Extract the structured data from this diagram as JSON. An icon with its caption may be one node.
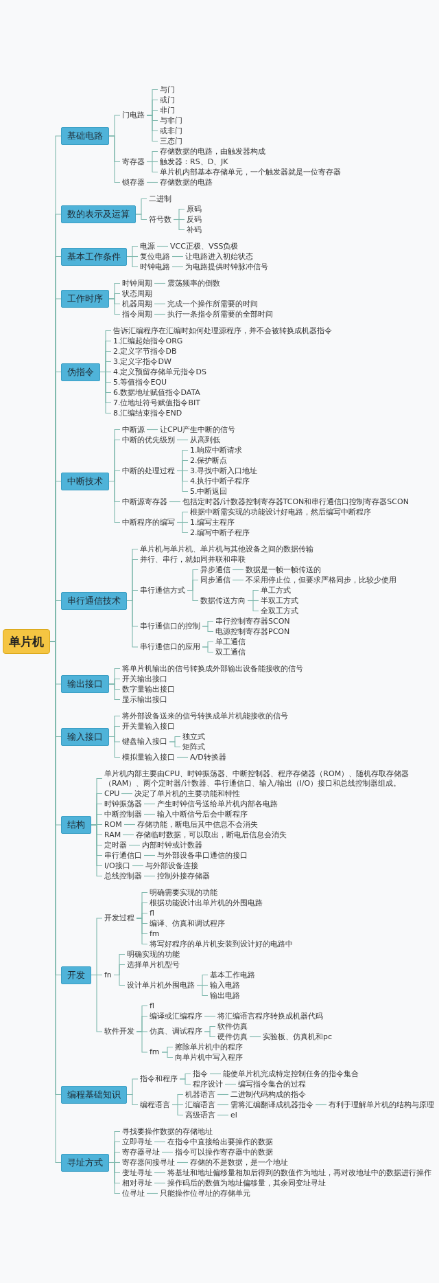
{
  "diagram": {
    "nodes": [
      {
        "text": [
          "单片机"
        ]
      },
      {
        "text": [
          "基础电路"
        ]
      },
      {
        "text": [
          "门电路"
        ]
      },
      {
        "text": [
          "与门"
        ]
      },
      {
        "text": [
          "或门"
        ]
      },
      {
        "text": [
          "非门"
        ]
      },
      {
        "text": [
          "与非门"
        ]
      },
      {
        "text": [
          "或非门"
        ]
      },
      {
        "text": [
          "三态门"
        ]
      },
      {
        "text": [
          "寄存器"
        ]
      },
      {
        "text": [
          "存储数据的电路，由触发器构成"
        ]
      },
      {
        "text": [
          "触发器：RS、D、JK"
        ]
      },
      {
        "text": [
          "单片机内部基本存储单元，一个触发器就是一位寄存器"
        ]
      },
      {
        "text": [
          "锁存器"
        ]
      },
      {
        "text": [
          "存储数据的电路"
        ]
      },
      {
        "text": [
          "数的表示及运算"
        ]
      },
      {
        "text": [
          "二进制"
        ]
      },
      {
        "text": [
          "符号数"
        ]
      },
      {
        "text": [
          "原码"
        ]
      },
      {
        "text": [
          "反码"
        ]
      },
      {
        "text": [
          "补码"
        ]
      },
      {
        "text": [
          "基本工作条件"
        ]
      },
      {
        "text": [
          "电源"
        ]
      },
      {
        "text": [
          "VCC正极、VSS负极"
        ]
      },
      {
        "text": [
          "复位电路"
        ]
      },
      {
        "text": [
          "让电路进入初始状态"
        ]
      },
      {
        "text": [
          "时钟电路"
        ]
      },
      {
        "text": [
          "为电路提供时钟脉冲信号"
        ]
      },
      {
        "text": [
          "工作时序"
        ]
      },
      {
        "text": [
          "时钟周期"
        ]
      },
      {
        "text": [
          "震荡频率的倒数"
        ]
      },
      {
        "text": [
          "状态周期"
        ]
      },
      {
        "text": [
          "机器周期"
        ]
      },
      {
        "text": [
          "完成一个操作所需要的时间"
        ]
      },
      {
        "text": [
          "指令周期"
        ]
      },
      {
        "text": [
          "执行一条指令所需要的全部时间"
        ]
      },
      {
        "text": [
          "伪指令"
        ]
      },
      {
        "text": [
          "告诉汇编程序在汇编时如何处理源程序，并不会被转换成机器指令"
        ]
      },
      {
        "text": [
          "1.汇编起始指令ORG"
        ]
      },
      {
        "text": [
          "2.定义字节指令DB"
        ]
      },
      {
        "text": [
          "3.定义字指令DW"
        ]
      },
      {
        "text": [
          "4.定义预留存储单元指令DS"
        ]
      },
      {
        "text": [
          "5.等值指令EQU"
        ]
      },
      {
        "text": [
          "6.数据地址赋值指令DATA"
        ]
      },
      {
        "text": [
          "7.位地址符号赋值指令BIT"
        ]
      },
      {
        "text": [
          "8.汇编结束指令END"
        ]
      },
      {
        "text": [
          "中断技术"
        ]
      },
      {
        "text": [
          "中断源"
        ]
      },
      {
        "text": [
          "让CPU产生中断的信号"
        ]
      },
      {
        "text": [
          "中断的优先级别"
        ]
      },
      {
        "text": [
          "从高到低"
        ]
      },
      {
        "text": [
          "中断的处理过程"
        ]
      },
      {
        "text": [
          "1.响应中断请求"
        ]
      },
      {
        "text": [
          "2.保护断点"
        ]
      },
      {
        "text": [
          "3.寻找中断入口地址"
        ]
      },
      {
        "text": [
          "4.执行中断子程序"
        ]
      },
      {
        "text": [
          "5.中断返回"
        ]
      },
      {
        "text": [
          "中断源寄存器"
        ]
      },
      {
        "text": [
          "包括定时器/计数器控制寄存器TCON和串行通信口控制寄存器SCON"
        ]
      },
      {
        "text": [
          "中断程序的编写"
        ]
      },
      {
        "text": [
          "根据中断需实现的功能设计好电路，然后编写中断程序"
        ]
      },
      {
        "text": [
          "1.编写主程序"
        ]
      },
      {
        "text": [
          "2.编写中断子程序"
        ]
      },
      {
        "text": [
          "串行通信技术"
        ]
      },
      {
        "text": [
          "单片机与单片机、单片机与其他设备之间的数据传输"
        ]
      },
      {
        "text": [
          "并行、串行，就如同并联和串联"
        ]
      },
      {
        "text": [
          "串行通信方式"
        ]
      },
      {
        "text": [
          "异步通信"
        ]
      },
      {
        "text": [
          "数据是一帧一帧传送的"
        ]
      },
      {
        "text": [
          "同步通信"
        ]
      },
      {
        "text": [
          "不采用停止位，但要求严格同步，比较少使用"
        ]
      },
      {
        "text": [
          "数据传送方向"
        ]
      },
      {
        "text": [
          "单工方式"
        ]
      },
      {
        "text": [
          "半双工方式"
        ]
      },
      {
        "text": [
          "全双工方式"
        ]
      },
      {
        "text": [
          "串行通信口的控制"
        ]
      },
      {
        "text": [
          "串行控制寄存器SCON"
        ]
      },
      {
        "text": [
          "电源控制寄存器PCON"
        ]
      },
      {
        "text": [
          "串行通信口的应用"
        ]
      },
      {
        "text": [
          "单工通信"
        ]
      },
      {
        "text": [
          "双工通信"
        ]
      },
      {
        "text": [
          "输出接口"
        ]
      },
      {
        "text": [
          "将单片机输出的信号转换成外部输出设备能接收的信号"
        ]
      },
      {
        "text": [
          "开关输出接口"
        ]
      },
      {
        "text": [
          "数字量输出接口"
        ]
      },
      {
        "text": [
          "显示输出接口"
        ]
      },
      {
        "text": [
          "输入接口"
        ]
      },
      {
        "text": [
          "将外部设备送来的信号转换成单片机能接收的信号"
        ]
      },
      {
        "text": [
          "开关量输入接口"
        ]
      },
      {
        "text": [
          "键盘输入接口"
        ]
      },
      {
        "text": [
          "独立式"
        ]
      },
      {
        "text": [
          "矩阵式"
        ]
      },
      {
        "text": [
          "模拟量输入接口"
        ]
      },
      {
        "text": [
          "A/D转换器"
        ]
      },
      {
        "text": [
          "结构"
        ]
      },
      {
        "text": [
          "单片机内部主要由CPU、时钟振荡器、中断控制器、程序存储器（ROM）、随机存取存储器（RAM）、两个定时器/计数器、串行通信口、输入/输出（I/O）接口和总线控制器组成。"
        ]
      },
      {
        "text": [
          "CPU"
        ]
      },
      {
        "text": [
          "决定了单片机的主要功能和特性"
        ]
      },
      {
        "text": [
          "时钟振荡器"
        ]
      },
      {
        "text": [
          "产生时钟信号送给单片机内部各电路"
        ]
      },
      {
        "text": [
          "中断控制器"
        ]
      },
      {
        "text": [
          "输入中断信号后会中断程序"
        ]
      },
      {
        "text": [
          "ROM"
        ]
      },
      {
        "text": [
          "存储功能，断电后其中信息不会消失"
        ]
      },
      {
        "text": [
          "RAM"
        ]
      },
      {
        "text": [
          "存储临时数据，可以取出，断电后信息会消失"
        ]
      },
      {
        "text": [
          "定时器"
        ]
      },
      {
        "text": [
          "内部时钟或计数器"
        ]
      },
      {
        "text": [
          "串行通信口"
        ]
      },
      {
        "text": [
          "与外部设备串口通信的接口"
        ]
      },
      {
        "text": [
          "I/O接口"
        ]
      },
      {
        "text": [
          "与外部设备连接"
        ]
      },
      {
        "text": [
          "总线控制器"
        ]
      },
      {
        "text": [
          "控制外接存储器"
        ]
      },
      {
        "text": [
          "开发"
        ]
      },
      {
        "text": [
          "开发过程"
        ]
      },
      {
        "text": [
          "明确需要实现的功能"
        ]
      },
      {
        "text": [
          "根据功能设计出单片机的外围电路"
        ]
      },
      {
        "text": [
          "fl"
        ]
      },
      {
        "text": [
          "编译、仿真和调试程序"
        ]
      },
      {
        "text": [
          "fm"
        ]
      },
      {
        "text": [
          "将写好程序的单片机安装到设计好的电路中"
        ]
      },
      {
        "text": [
          "fn"
        ]
      },
      {
        "text": [
          "明确实现的功能"
        ]
      },
      {
        "text": [
          "选择单片机型号"
        ]
      },
      {
        "text": [
          "设计单片机外围电路"
        ]
      },
      {
        "text": [
          "基本工作电路"
        ]
      },
      {
        "text": [
          "输入电路"
        ]
      },
      {
        "text": [
          "输出电路"
        ]
      },
      {
        "text": [
          "软件开发"
        ]
      },
      {
        "text": [
          "fl"
        ]
      },
      {
        "text": [
          "编译或汇编程序"
        ]
      },
      {
        "text": [
          "将汇编语言程序转换成机器代码"
        ]
      },
      {
        "text": [
          "仿真、调试程序"
        ]
      },
      {
        "text": [
          "软件仿真"
        ]
      },
      {
        "text": [
          "硬件仿真"
        ]
      },
      {
        "text": [
          "实验板、仿真机和pc"
        ]
      },
      {
        "text": [
          "fm"
        ]
      },
      {
        "text": [
          "擦除单片机中的程序"
        ]
      },
      {
        "text": [
          "向单片机中写入程序"
        ]
      },
      {
        "text": [
          "编程基础知识"
        ]
      },
      {
        "text": [
          "指令和程序"
        ]
      },
      {
        "text": [
          "指令"
        ]
      },
      {
        "text": [
          "能使单片机完成特定控制任务的指令集合"
        ]
      },
      {
        "text": [
          "程序设计"
        ]
      },
      {
        "text": [
          "编写指令集合的过程"
        ]
      },
      {
        "text": [
          "编程语言"
        ]
      },
      {
        "text": [
          "机器语言"
        ]
      },
      {
        "text": [
          "二进制代码构成的指令"
        ]
      },
      {
        "text": [
          "汇编语言"
        ]
      },
      {
        "text": [
          "需将汇编翻译成机器指令"
        ]
      },
      {
        "text": [
          "有利于理解单片机的结构与原理"
        ]
      },
      {
        "text": [
          "高级语言"
        ]
      },
      {
        "text": [
          "el"
        ]
      },
      {
        "text": [
          "寻址方式"
        ]
      },
      {
        "text": [
          "寻找要操作数据的存储地址"
        ]
      },
      {
        "text": [
          "立即寻址"
        ]
      },
      {
        "text": [
          "在指令中直接给出要操作的数据"
        ]
      },
      {
        "text": [
          "寄存器寻址"
        ]
      },
      {
        "text": [
          "指令可以操作寄存器中的数据"
        ]
      },
      {
        "text": [
          "寄存器间接寻址"
        ]
      },
      {
        "text": [
          "存储的不是数据，是一个地址"
        ]
      },
      {
        "text": [
          "变址寻址"
        ]
      },
      {
        "text": [
          "将基址和地址偏移量相加后得到的数值作为地址，再对改地址中的数据进行操作"
        ]
      },
      {
        "text": [
          "相对寻址"
        ]
      },
      {
        "text": [
          "操作码后的数值为地址偏移量，其余同变址寻址"
        ]
      },
      {
        "text": [
          "位寻址"
        ]
      },
      {
        "text": [
          "只能操作位寻址的存储单元"
        ]
      }
    ],
    "edges": [
      {
        "from": 0,
        "to": 1,
        "arrow": "none"
      },
      {
        "from": 1,
        "to": 2,
        "arrow": "none"
      },
      {
        "from": 2,
        "to": 3,
        "arrow": "none"
      },
      {
        "from": 2,
        "to": 4,
        "arrow": "none"
      },
      {
        "from": 2,
        "to": 5,
        "arrow": "none"
      },
      {
        "from": 2,
        "to": 6,
        "arrow": "none"
      },
      {
        "from": 2,
        "to": 7,
        "arrow": "none"
      },
      {
        "from": 2,
        "to": 8,
        "arrow": "none"
      },
      {
        "from": 1,
        "to": 9,
        "arrow": "none"
      },
      {
        "from": 9,
        "to": 10,
        "arrow": "none"
      },
      {
        "from": 9,
        "to": 11,
        "arrow": "none"
      },
      {
        "from": 9,
        "to": 12,
        "arrow": "none"
      },
      {
        "from": 1,
        "to": 13,
        "arrow": "none"
      },
      {
        "from": 13,
        "to": 14,
        "arrow": "none"
      },
      {
        "from": 0,
        "to": 15,
        "arrow": "none"
      },
      {
        "from": 15,
        "to": 16,
        "arrow": "none"
      },
      {
        "from": 15,
        "to": 17,
        "arrow": "none"
      },
      {
        "from": 17,
        "to": 18,
        "arrow": "none"
      },
      {
        "from": 17,
        "to": 19,
        "arrow": "none"
      },
      {
        "from": 17,
        "to": 20,
        "arrow": "none"
      },
      {
        "from": 0,
        "to": 21,
        "arrow": "none"
      },
      {
        "from": 21,
        "to": 22,
        "arrow": "none"
      },
      {
        "from": 22,
        "to": 23,
        "arrow": "none"
      },
      {
        "from": 21,
        "to": 24,
        "arrow": "none"
      },
      {
        "from": 24,
        "to": 25,
        "arrow": "none"
      },
      {
        "from": 21,
        "to": 26,
        "arrow": "none"
      },
      {
        "from": 26,
        "to": 27,
        "arrow": "none"
      },
      {
        "from": 0,
        "to": 28,
        "arrow": "none"
      },
      {
        "from": 28,
        "to": 29,
        "arrow": "none"
      },
      {
        "from": 29,
        "to": 30,
        "arrow": "none"
      },
      {
        "from": 28,
        "to": 31,
        "arrow": "none"
      },
      {
        "from": 28,
        "to": 32,
        "arrow": "none"
      },
      {
        "from": 32,
        "to": 33,
        "arrow": "none"
      },
      {
        "from": 28,
        "to": 34,
        "arrow": "none"
      },
      {
        "from": 34,
        "to": 35,
        "arrow": "none"
      },
      {
        "from": 0,
        "to": 36,
        "arrow": "none"
      },
      {
        "from": 36,
        "to": 37,
        "arrow": "none"
      },
      {
        "from": 36,
        "to": 38,
        "arrow": "none"
      },
      {
        "from": 36,
        "to": 39,
        "arrow": "none"
      },
      {
        "from": 36,
        "to": 40,
        "arrow": "none"
      },
      {
        "from": 36,
        "to": 41,
        "arrow": "none"
      },
      {
        "from": 36,
        "to": 42,
        "arrow": "none"
      },
      {
        "from": 36,
        "to": 43,
        "arrow": "none"
      },
      {
        "from": 36,
        "to": 44,
        "arrow": "none"
      },
      {
        "from": 36,
        "to": 45,
        "arrow": "none"
      },
      {
        "from": 0,
        "to": 46,
        "arrow": "none"
      },
      {
        "from": 46,
        "to": 47,
        "arrow": "none"
      },
      {
        "from": 47,
        "to": 48,
        "arrow": "none"
      },
      {
        "from": 46,
        "to": 49,
        "arrow": "none"
      },
      {
        "from": 49,
        "to": 50,
        "arrow": "none"
      },
      {
        "from": 46,
        "to": 51,
        "arrow": "none"
      },
      {
        "from": 51,
        "to": 52,
        "arrow": "none"
      },
      {
        "from": 51,
        "to": 53,
        "arrow": "none"
      },
      {
        "from": 51,
        "to": 54,
        "arrow": "none"
      },
      {
        "from": 51,
        "to": 55,
        "arrow": "none"
      },
      {
        "from": 51,
        "to": 56,
        "arrow": "none"
      },
      {
        "from": 46,
        "to": 57,
        "arrow": "none"
      },
      {
        "from": 57,
        "to": 58,
        "arrow": "none"
      },
      {
        "from": 46,
        "to": 59,
        "arrow": "none"
      },
      {
        "from": 59,
        "to": 60,
        "arrow": "none"
      },
      {
        "from": 59,
        "to": 61,
        "arrow": "none"
      },
      {
        "from": 59,
        "to": 62,
        "arrow": "none"
      },
      {
        "from": 0,
        "to": 63,
        "arrow": "none"
      },
      {
        "from": 63,
        "to": 64,
        "arrow": "none"
      },
      {
        "from": 63,
        "to": 65,
        "arrow": "none"
      },
      {
        "from": 63,
        "to": 66,
        "arrow": "none"
      },
      {
        "from": 66,
        "to": 67,
        "arrow": "none"
      },
      {
        "from": 67,
        "to": 68,
        "arrow": "none"
      },
      {
        "from": 66,
        "to": 69,
        "arrow": "none"
      },
      {
        "from": 69,
        "to": 70,
        "arrow": "none"
      },
      {
        "from": 66,
        "to": 71,
        "arrow": "none"
      },
      {
        "from": 71,
        "to": 72,
        "arrow": "none"
      },
      {
        "from": 71,
        "to": 73,
        "arrow": "none"
      },
      {
        "from": 71,
        "to": 74,
        "arrow": "none"
      },
      {
        "from": 63,
        "to": 75,
        "arrow": "none"
      },
      {
        "from": 75,
        "to": 76,
        "arrow": "none"
      },
      {
        "from": 75,
        "to": 77,
        "arrow": "none"
      },
      {
        "from": 63,
        "to": 78,
        "arrow": "none"
      },
      {
        "from": 78,
        "to": 79,
        "arrow": "none"
      },
      {
        "from": 78,
        "to": 80,
        "arrow": "none"
      },
      {
        "from": 0,
        "to": 81,
        "arrow": "none"
      },
      {
        "from": 81,
        "to": 82,
        "arrow": "none"
      },
      {
        "from": 81,
        "to": 83,
        "arrow": "none"
      },
      {
        "from": 81,
        "to": 84,
        "arrow": "none"
      },
      {
        "from": 81,
        "to": 85,
        "arrow": "none"
      },
      {
        "from": 0,
        "to": 86,
        "arrow": "none"
      },
      {
        "from": 86,
        "to": 87,
        "arrow": "none"
      },
      {
        "from": 86,
        "to": 88,
        "arrow": "none"
      },
      {
        "from": 86,
        "to": 89,
        "arrow": "none"
      },
      {
        "from": 89,
        "to": 90,
        "arrow": "none"
      },
      {
        "from": 89,
        "to": 91,
        "arrow": "none"
      },
      {
        "from": 86,
        "to": 92,
        "arrow": "none"
      },
      {
        "from": 92,
        "to": 93,
        "arrow": "none"
      },
      {
        "from": 0,
        "to": 94,
        "arrow": "none"
      },
      {
        "from": 94,
        "to": 95,
        "arrow": "none"
      },
      {
        "from": 94,
        "to": 96,
        "arrow": "none"
      },
      {
        "from": 96,
        "to": 97,
        "arrow": "none"
      },
      {
        "from": 94,
        "to": 98,
        "arrow": "none"
      },
      {
        "from": 98,
        "to": 99,
        "arrow": "none"
      },
      {
        "from": 94,
        "to": 100,
        "arrow": "none"
      },
      {
        "from": 100,
        "to": 101,
        "arrow": "none"
      },
      {
        "from": 94,
        "to": 102,
        "arrow": "none"
      },
      {
        "from": 102,
        "to": 103,
        "arrow": "none"
      },
      {
        "from": 94,
        "to": 104,
        "arrow": "none"
      },
      {
        "from": 104,
        "to": 105,
        "arrow": "none"
      },
      {
        "from": 94,
        "to": 106,
        "arrow": "none"
      },
      {
        "from": 106,
        "to": 107,
        "arrow": "none"
      },
      {
        "from": 94,
        "to": 108,
        "arrow": "none"
      },
      {
        "from": 108,
        "to": 109,
        "arrow": "none"
      },
      {
        "from": 94,
        "to": 110,
        "arrow": "none"
      },
      {
        "from": 110,
        "to": 111,
        "arrow": "none"
      },
      {
        "from": 94,
        "to": 112,
        "arrow": "none"
      },
      {
        "from": 112,
        "to": 113,
        "arrow": "none"
      },
      {
        "from": 0,
        "to": 114,
        "arrow": "none"
      },
      {
        "from": 114,
        "to": 115,
        "arrow": "none"
      },
      {
        "from": 115,
        "to": 116,
        "arrow": "none"
      },
      {
        "from": 115,
        "to": 117,
        "arrow": "none"
      },
      {
        "from": 115,
        "to": 118,
        "arrow": "none"
      },
      {
        "from": 115,
        "to": 119,
        "arrow": "none"
      },
      {
        "from": 115,
        "to": 120,
        "arrow": "none"
      },
      {
        "from": 115,
        "to": 121,
        "arrow": "none"
      },
      {
        "from": 114,
        "to": 122,
        "arrow": "none"
      },
      {
        "from": 122,
        "to": 123,
        "arrow": "none"
      },
      {
        "from": 122,
        "to": 124,
        "arrow": "none"
      },
      {
        "from": 122,
        "to": 125,
        "arrow": "none"
      },
      {
        "from": 125,
        "to": 126,
        "arrow": "none"
      },
      {
        "from": 125,
        "to": 127,
        "arrow": "none"
      },
      {
        "from": 125,
        "to": 128,
        "arrow": "none"
      },
      {
        "from": 114,
        "to": 129,
        "arrow": "none"
      },
      {
        "from": 129,
        "to": 130,
        "arrow": "none"
      },
      {
        "from": 129,
        "to": 131,
        "arrow": "none"
      },
      {
        "from": 131,
        "to": 132,
        "arrow": "none"
      },
      {
        "from": 129,
        "to": 133,
        "arrow": "none"
      },
      {
        "from": 133,
        "to": 134,
        "arrow": "none"
      },
      {
        "from": 133,
        "to": 135,
        "arrow": "none"
      },
      {
        "from": 135,
        "to": 136,
        "arrow": "none"
      },
      {
        "from": 129,
        "to": 137,
        "arrow": "none"
      },
      {
        "from": 137,
        "to": 138,
        "arrow": "none"
      },
      {
        "from": 137,
        "to": 139,
        "arrow": "none"
      },
      {
        "from": 0,
        "to": 140,
        "arrow": "none"
      },
      {
        "from": 140,
        "to": 141,
        "arrow": "none"
      },
      {
        "from": 141,
        "to": 142,
        "arrow": "none"
      },
      {
        "from": 142,
        "to": 143,
        "arrow": "none"
      },
      {
        "from": 141,
        "to": 144,
        "arrow": "none"
      },
      {
        "from": 144,
        "to": 145,
        "arrow": "none"
      },
      {
        "from": 140,
        "to": 146,
        "arrow": "none"
      },
      {
        "from": 146,
        "to": 147,
        "arrow": "none"
      },
      {
        "from": 147,
        "to": 148,
        "arrow": "none"
      },
      {
        "from": 146,
        "to": 149,
        "arrow": "none"
      },
      {
        "from": 149,
        "to": 150,
        "arrow": "none"
      },
      {
        "from": 150,
        "to": 151,
        "arrow": "none"
      },
      {
        "from": 146,
        "to": 152,
        "arrow": "none"
      },
      {
        "from": 152,
        "to": 153,
        "arrow": "none"
      },
      {
        "from": 0,
        "to": 154,
        "arrow": "none"
      },
      {
        "from": 154,
        "to": 155,
        "arrow": "none"
      },
      {
        "from": 154,
        "to": 156,
        "arrow": "none"
      },
      {
        "from": 156,
        "to": 157,
        "arrow": "none"
      },
      {
        "from": 154,
        "to": 158,
        "arrow": "none"
      },
      {
        "from": 158,
        "to": 159,
        "arrow": "none"
      },
      {
        "from": 154,
        "to": 160,
        "arrow": "none"
      },
      {
        "from": 160,
        "to": 161,
        "arrow": "none"
      },
      {
        "from": 154,
        "to": 162,
        "arrow": "none"
      },
      {
        "from": 162,
        "to": 163,
        "arrow": "none"
      },
      {
        "from": 154,
        "to": 164,
        "arrow": "none"
      },
      {
        "from": 164,
        "to": 165,
        "arrow": "none"
      },
      {
        "from": 154,
        "to": 166,
        "arrow": "none"
      },
      {
        "from": 166,
        "to": 167,
        "arrow": "none"
      }
    ]
  }
}
